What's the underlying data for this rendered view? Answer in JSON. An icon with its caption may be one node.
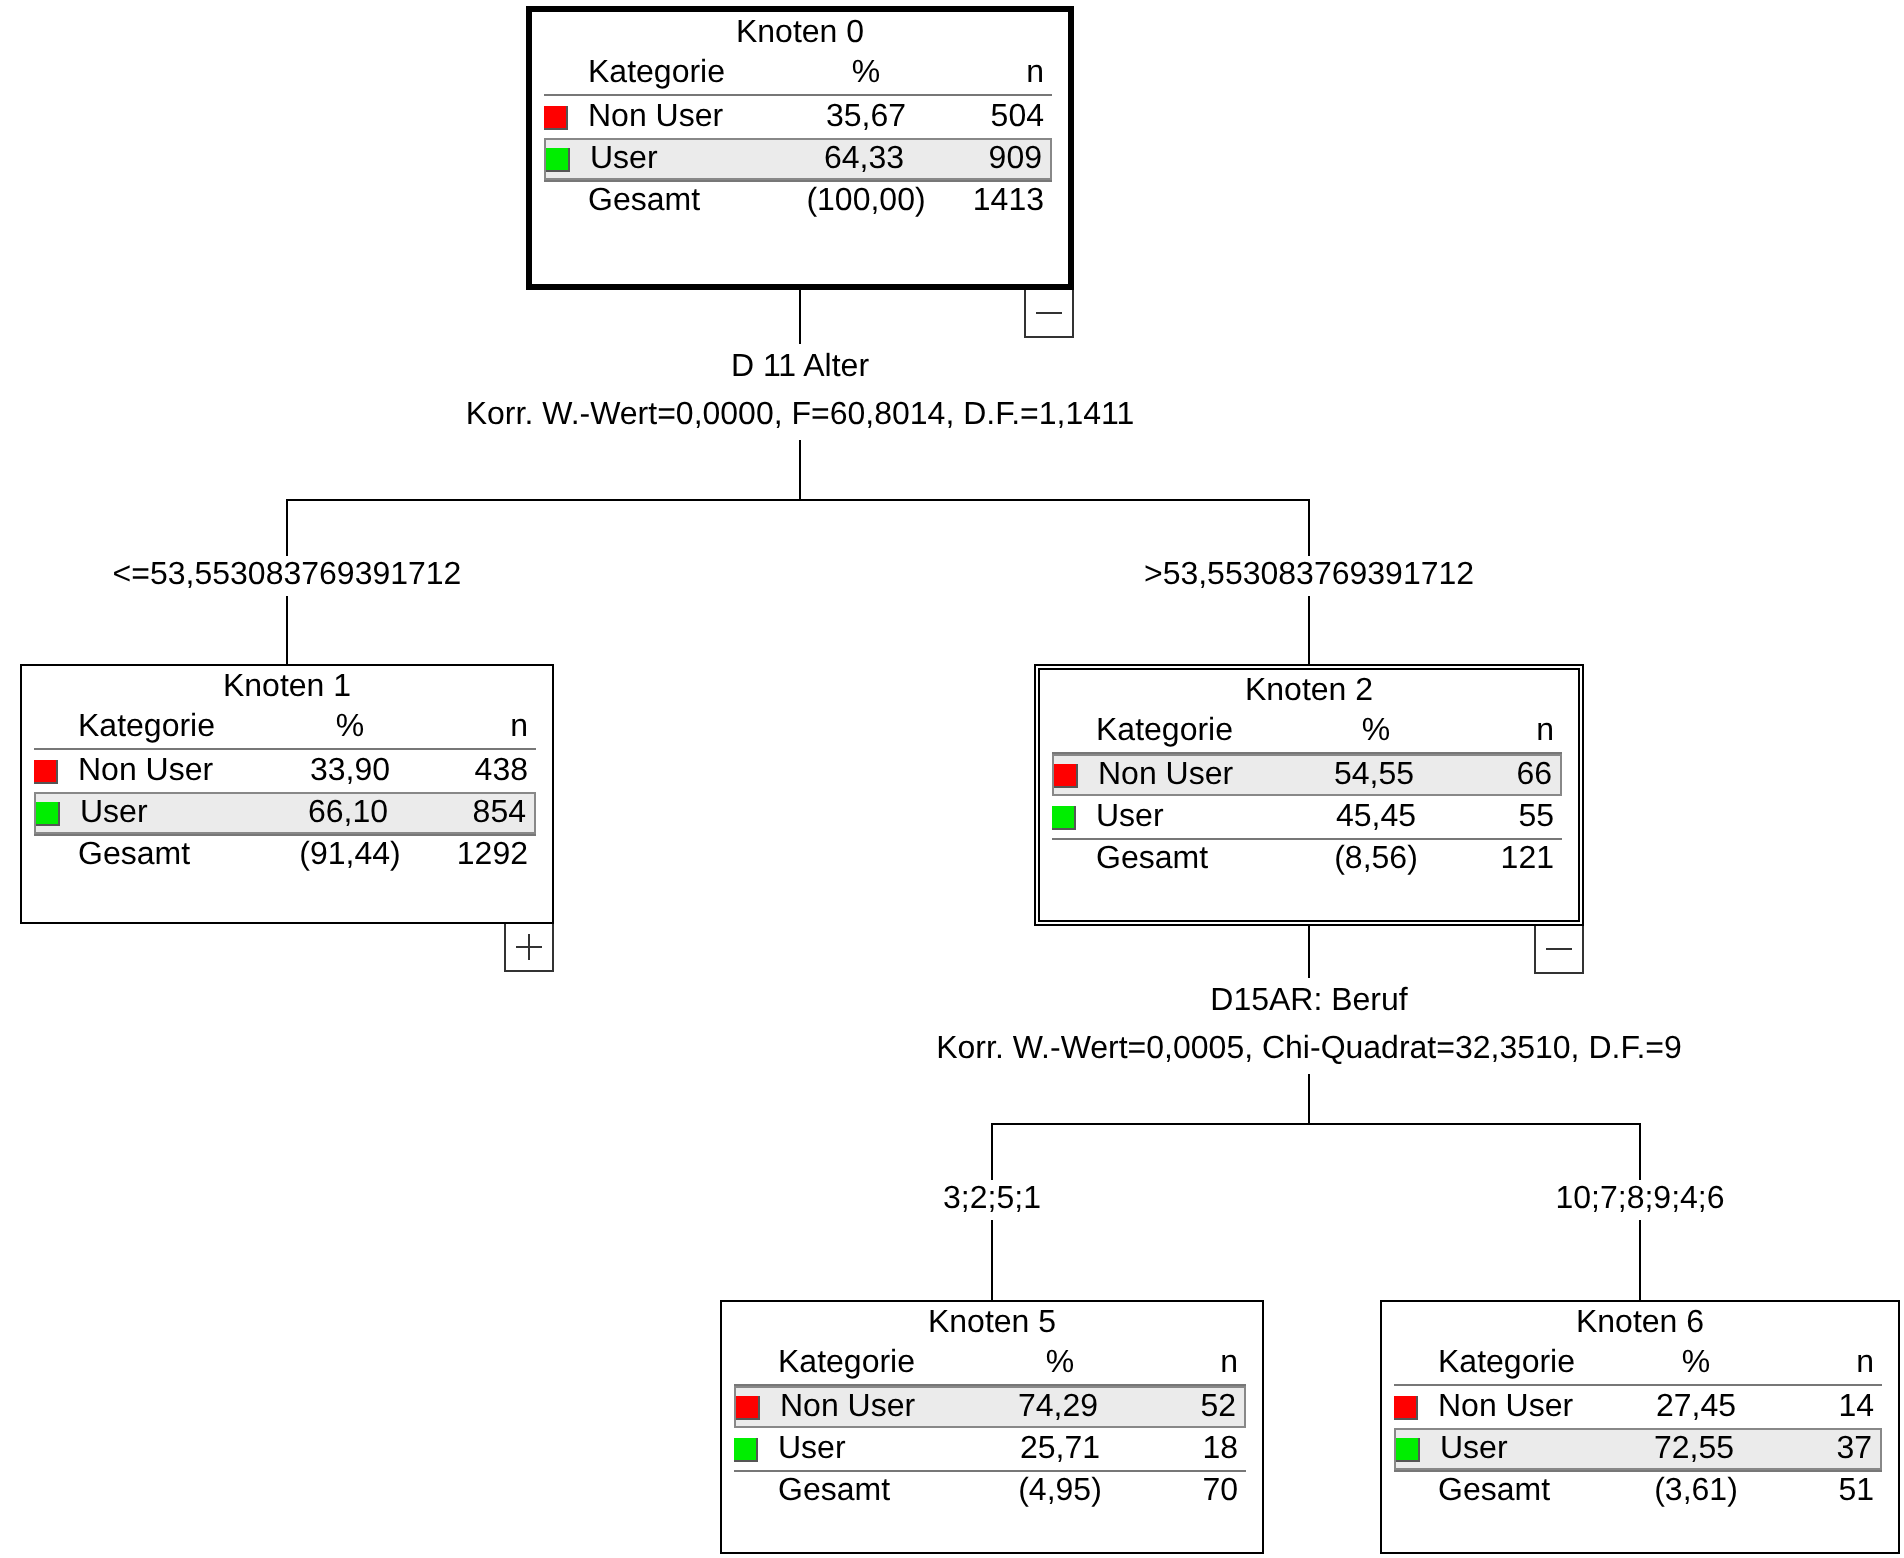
{
  "diagram": {
    "nodes": [
      {
        "text": [
          "Knoten 0",
          "Kategorie",
          "%",
          "n",
          "Non User",
          "35,67",
          "504",
          "User",
          "64,33",
          "909",
          "Gesamt",
          "(100,00)",
          "1413"
        ],
        "beside": [
          "D 11 Alter",
          "Korr. W.-Wert=0,0000, F=60,8014, D.F.=1,1411"
        ]
      },
      {
        "text": [
          "Knoten 1",
          "Kategorie",
          "%",
          "n",
          "Non User",
          "33,90",
          "438",
          "User",
          "66,10",
          "854",
          "Gesamt",
          "(91,44)",
          "1292"
        ]
      },
      {
        "text": [
          "Knoten 2",
          "Kategorie",
          "%",
          "n",
          "Non User",
          "54,55",
          "66",
          "User",
          "45,45",
          "55",
          "Gesamt",
          "(8,56)",
          "121"
        ],
        "beside": [
          "D15AR: Beruf",
          "Korr. W.-Wert=0,0005, Chi-Quadrat=32,3510, D.F.=9"
        ]
      },
      {
        "text": [
          "Knoten 5",
          "Kategorie",
          "%",
          "n",
          "Non User",
          "74,29",
          "52",
          "User",
          "25,71",
          "18",
          "Gesamt",
          "(4,95)",
          "70"
        ]
      },
      {
        "text": [
          "Knoten 6",
          "Kategorie",
          "%",
          "n",
          "Non User",
          "27,45",
          "14",
          "User",
          "72,55",
          "37",
          "Gesamt",
          "(3,61)",
          "51"
        ]
      }
    ],
    "edges": [
      {
        "from": 0,
        "to": 1,
        "arrow": "none",
        "label": "<=53,553083769391712"
      },
      {
        "from": 0,
        "to": 2,
        "arrow": "none",
        "label": ">53,553083769391712"
      },
      {
        "from": 2,
        "to": 3,
        "arrow": "none",
        "label": "3;2;5;1"
      },
      {
        "from": 2,
        "to": 4,
        "arrow": "none",
        "label": "10;7;8;9;4;6"
      }
    ]
  }
}
